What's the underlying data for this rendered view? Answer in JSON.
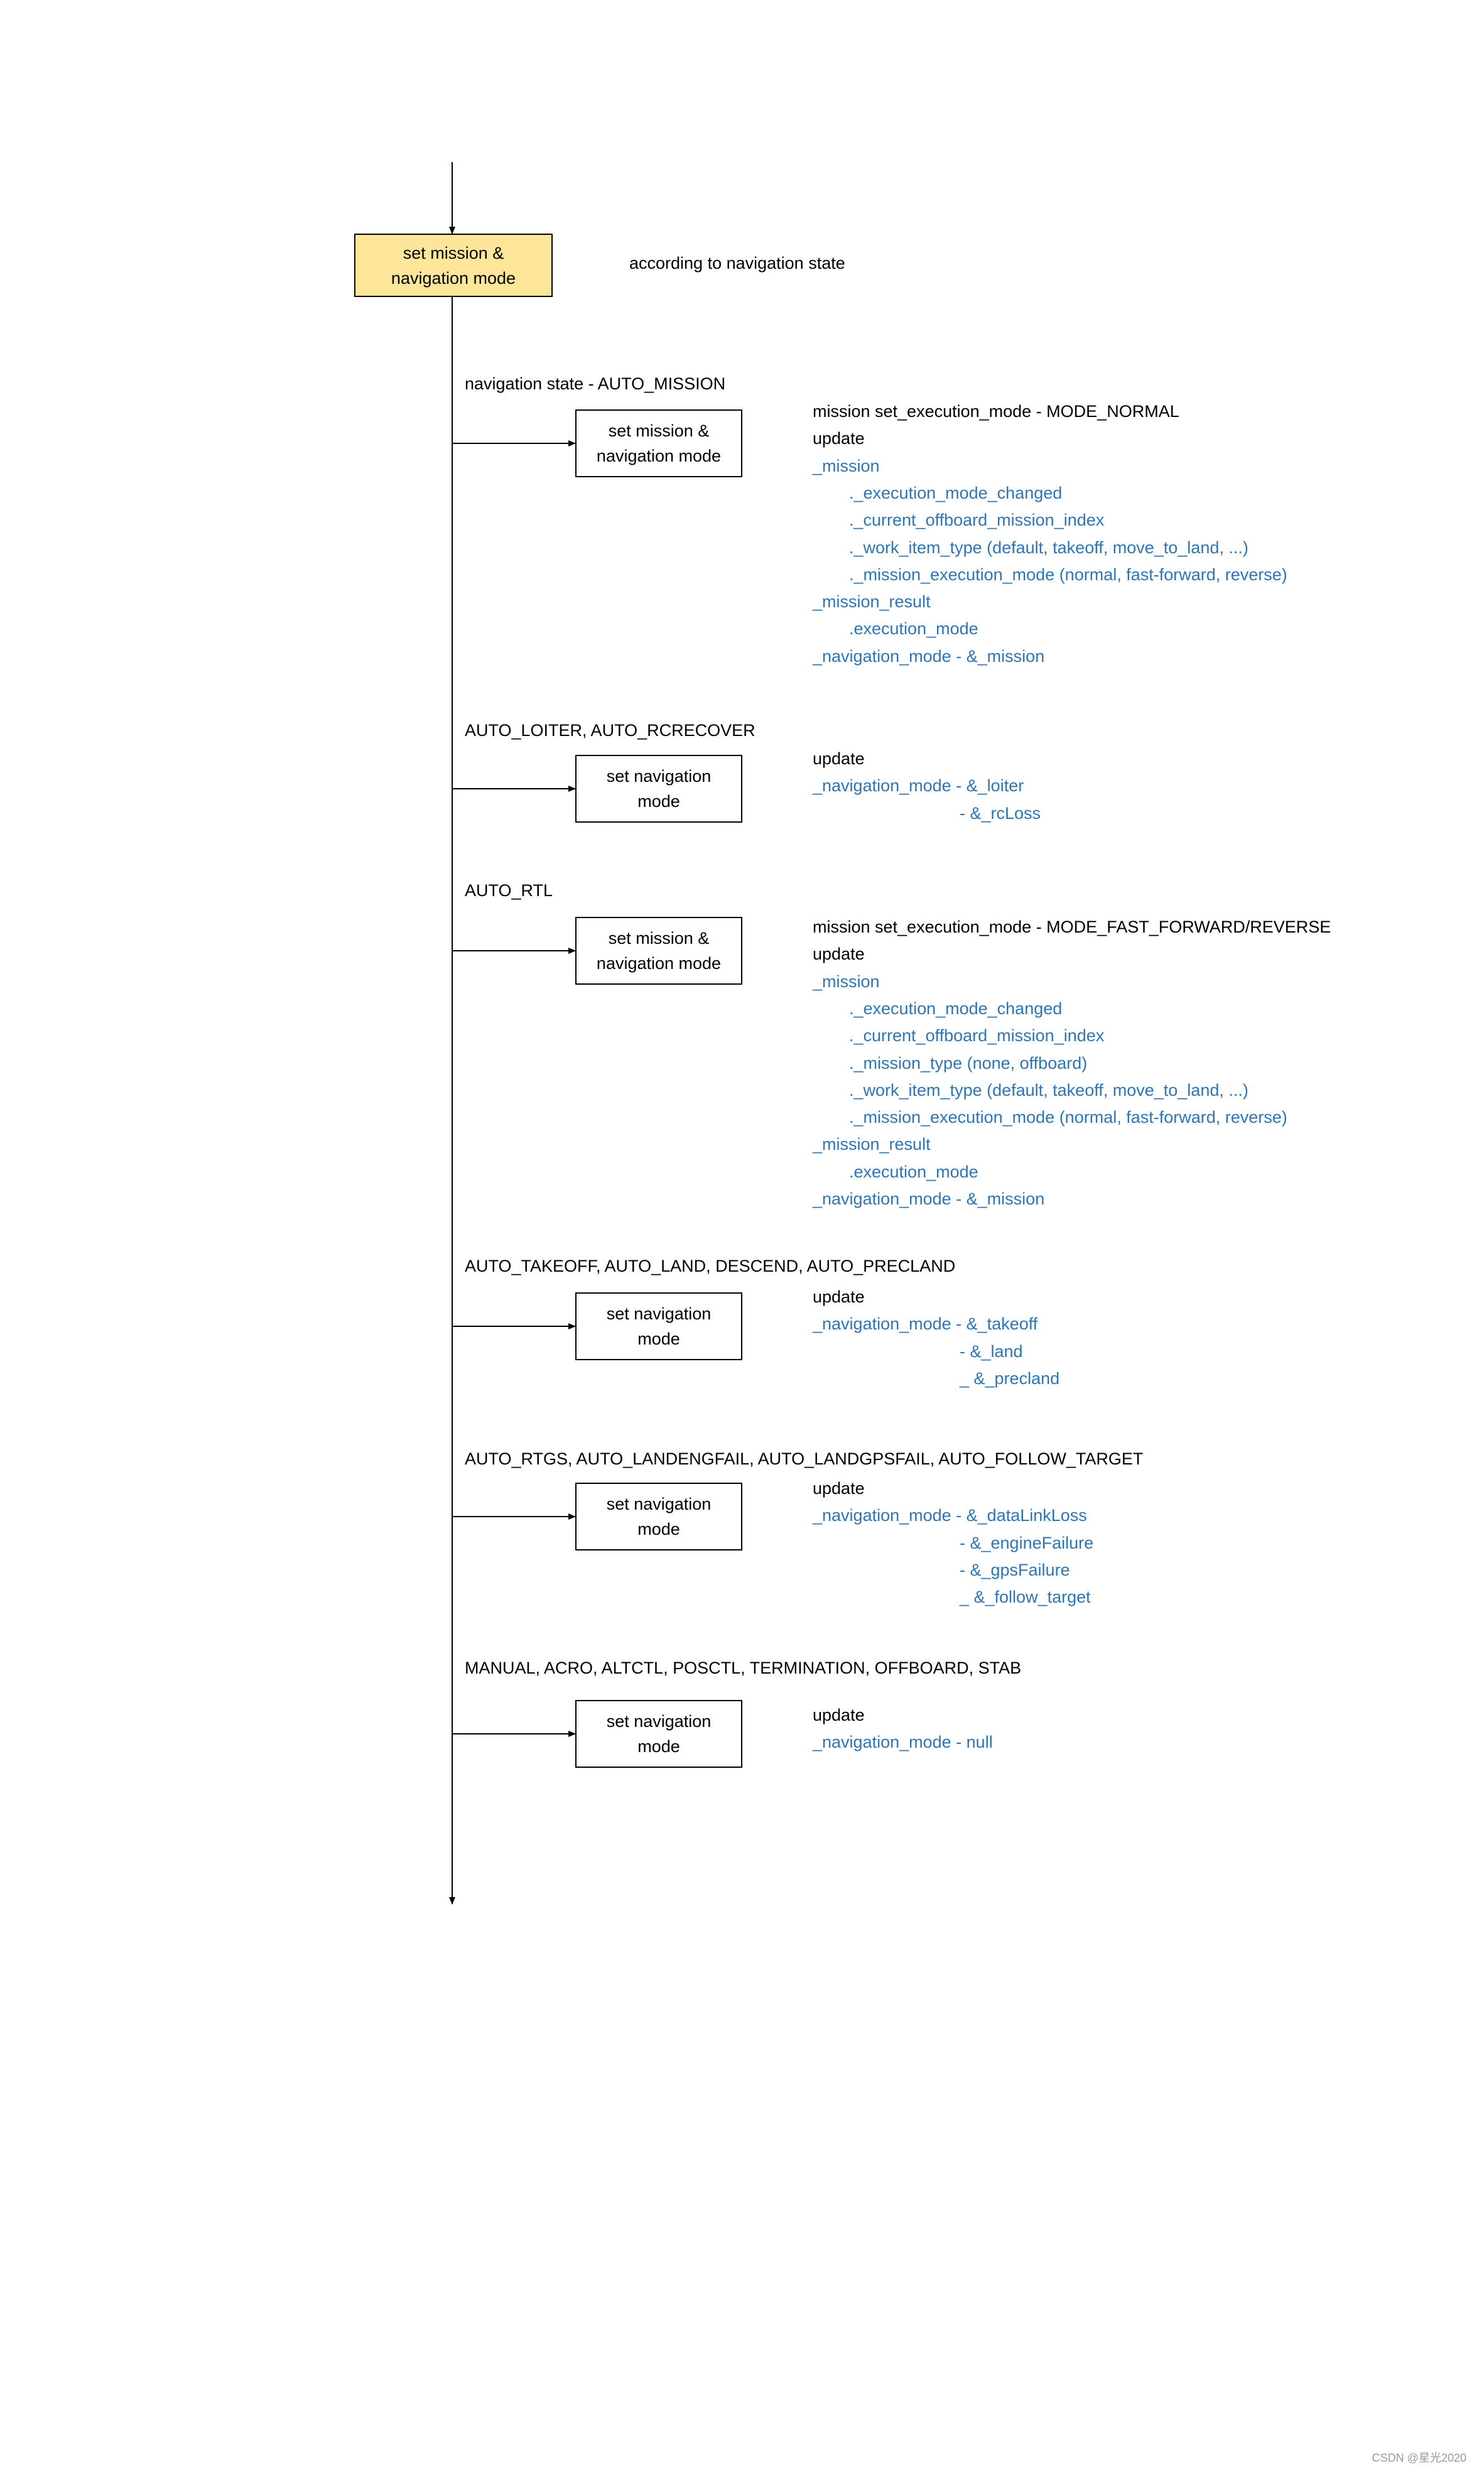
{
  "main_box": {
    "label": "set mission &\nnavigation mode",
    "note": "according to navigation state"
  },
  "colors": {
    "main_fill": "#fde599",
    "blue_text": "#2e75b6",
    "line": "#000000"
  },
  "branches": [
    {
      "state": "navigation state - AUTO_MISSION",
      "box": "set mission &\nnavigation mode",
      "lines": [
        {
          "text": "mission set_execution_mode - MODE_NORMAL",
          "style": "black",
          "indent": 0
        },
        {
          "text": "update",
          "style": "black",
          "indent": 0
        },
        {
          "text": "_mission",
          "style": "blue",
          "indent": 0
        },
        {
          "text": "._execution_mode_changed",
          "style": "blue",
          "indent": 1
        },
        {
          "text": "._current_offboard_mission_index",
          "style": "blue",
          "indent": 1
        },
        {
          "text": "._work_item_type (default, takeoff, move_to_land, ...)",
          "style": "blue",
          "indent": 1
        },
        {
          "text": "._mission_execution_mode (normal, fast-forward, reverse)",
          "style": "blue",
          "indent": 1
        },
        {
          "text": "_mission_result",
          "style": "blue",
          "indent": 0
        },
        {
          "text": ".execution_mode",
          "style": "blue",
          "indent": 1
        },
        {
          "text": "_navigation_mode - &_mission",
          "style": "blue",
          "indent": 0
        }
      ]
    },
    {
      "state": "AUTO_LOITER, AUTO_RCRECOVER",
      "box": "set navigation\nmode",
      "lines": [
        {
          "text": "update",
          "style": "black",
          "indent": 0
        },
        {
          "text": "_navigation_mode - &_loiter",
          "style": "blue",
          "indent": 0
        },
        {
          "text": "- &_rcLoss",
          "style": "blue",
          "indent": 2
        }
      ]
    },
    {
      "state": "AUTO_RTL",
      "box": "set mission &\nnavigation mode",
      "lines": [
        {
          "text": "mission set_execution_mode - MODE_FAST_FORWARD/REVERSE",
          "style": "black",
          "indent": 0
        },
        {
          "text": "update",
          "style": "black",
          "indent": 0
        },
        {
          "text": "_mission",
          "style": "blue",
          "indent": 0
        },
        {
          "text": "._execution_mode_changed",
          "style": "blue",
          "indent": 1
        },
        {
          "text": "._current_offboard_mission_index",
          "style": "blue",
          "indent": 1
        },
        {
          "text": "._mission_type (none, offboard)",
          "style": "blue",
          "indent": 1
        },
        {
          "text": "._work_item_type (default, takeoff, move_to_land, ...)",
          "style": "blue",
          "indent": 1
        },
        {
          "text": "._mission_execution_mode (normal, fast-forward, reverse)",
          "style": "blue",
          "indent": 1
        },
        {
          "text": "_mission_result",
          "style": "blue",
          "indent": 0
        },
        {
          "text": ".execution_mode",
          "style": "blue",
          "indent": 1
        },
        {
          "text": "_navigation_mode - &_mission",
          "style": "blue",
          "indent": 0
        }
      ]
    },
    {
      "state": "AUTO_TAKEOFF, AUTO_LAND, DESCEND, AUTO_PRECLAND",
      "box": "set navigation\nmode",
      "lines": [
        {
          "text": "update",
          "style": "black",
          "indent": 0
        },
        {
          "text": "_navigation_mode - &_takeoff",
          "style": "blue",
          "indent": 0
        },
        {
          "text": "- &_land",
          "style": "blue",
          "indent": 2
        },
        {
          "text": "_ &_precland",
          "style": "blue",
          "indent": 2
        }
      ]
    },
    {
      "state": "AUTO_RTGS, AUTO_LANDENGFAIL, AUTO_LANDGPSFAIL, AUTO_FOLLOW_TARGET",
      "box": "set navigation\nmode",
      "lines": [
        {
          "text": "update",
          "style": "black",
          "indent": 0
        },
        {
          "text": "_navigation_mode - &_dataLinkLoss",
          "style": "blue",
          "indent": 0
        },
        {
          "text": "- &_engineFailure",
          "style": "blue",
          "indent": 2
        },
        {
          "text": "- &_gpsFailure",
          "style": "blue",
          "indent": 2
        },
        {
          "text": "_ &_follow_target",
          "style": "blue",
          "indent": 2
        }
      ]
    },
    {
      "state": "MANUAL, ACRO, ALTCTL, POSCTL, TERMINATION, OFFBOARD, STAB",
      "box": "set navigation\nmode",
      "lines": [
        {
          "text": "update",
          "style": "black",
          "indent": 0
        },
        {
          "text": "_navigation_mode - null",
          "style": "blue",
          "indent": 0
        }
      ]
    }
  ],
  "watermark": "CSDN @星光2020"
}
